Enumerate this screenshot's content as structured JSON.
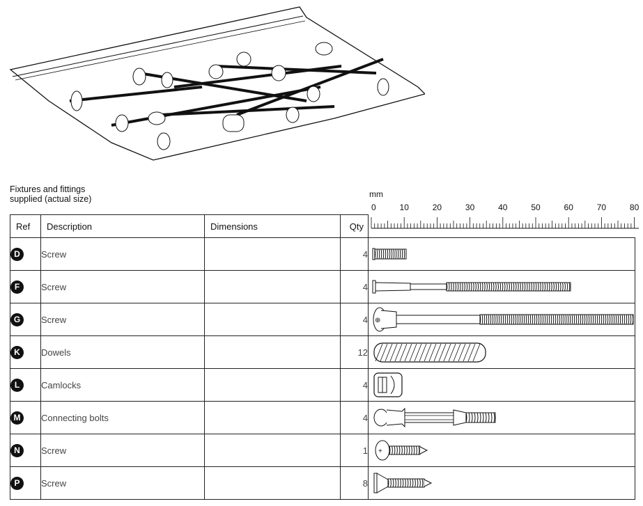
{
  "caption": {
    "line1": "Fixtures and fittings",
    "line2": "supplied (actual size)"
  },
  "ruler": {
    "unit": "mm",
    "labels": [
      "0",
      "10",
      "20",
      "30",
      "40",
      "50",
      "60",
      "70",
      "80"
    ]
  },
  "table": {
    "headers": {
      "ref": "Ref",
      "description": "Description",
      "dimensions": "Dimensions",
      "qty": "Qty"
    },
    "rows": [
      {
        "ref": "D",
        "description": "Screw",
        "dimensions": "",
        "qty": "4",
        "icon": "short-screw-icon"
      },
      {
        "ref": "F",
        "description": "Screw",
        "dimensions": "",
        "qty": "4",
        "icon": "long-screw-icon"
      },
      {
        "ref": "G",
        "description": "Screw",
        "dimensions": "",
        "qty": "4",
        "icon": "extra-long-screw-icon"
      },
      {
        "ref": "K",
        "description": "Dowels",
        "dimensions": "",
        "qty": "12",
        "icon": "dowel-icon"
      },
      {
        "ref": "L",
        "description": "Camlocks",
        "dimensions": "",
        "qty": "4",
        "icon": "camlock-icon"
      },
      {
        "ref": "M",
        "description": "Connecting bolts",
        "dimensions": "",
        "qty": "4",
        "icon": "connecting-bolt-icon"
      },
      {
        "ref": "N",
        "description": "Screw",
        "dimensions": "",
        "qty": "1",
        "icon": "pan-head-screw-icon"
      },
      {
        "ref": "P",
        "description": "Screw",
        "dimensions": "",
        "qty": "8",
        "icon": "countersunk-screw-icon"
      }
    ]
  },
  "illustration": {
    "icon": "hardware-bag-icon"
  }
}
